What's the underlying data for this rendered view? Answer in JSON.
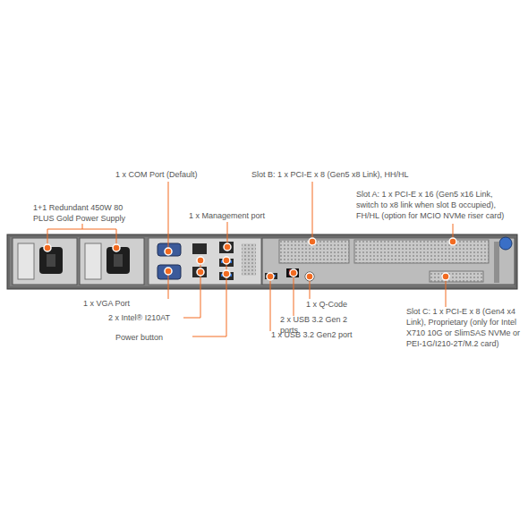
{
  "diagram": {
    "labels": [
      "1 x COM Port (Default)",
      "Slot B: 1 x PCI-E x 8 (Gen5 x8 Link), HH/HL",
      "Slot A: 1 x PCI-E x 16 (Gen5 x16 Link, switch to x8 link when slot B occupied), FH/HL (option for MCIO NVMe riser card)",
      "1+1 Redundant 450W 80 PLUS Gold Power Supply",
      "1 x Management port",
      "1 x VGA Port",
      "2 x Intel® I210AT",
      "Power button",
      "1 x Q-Code",
      "2 x USB 3.2 Gen 2 ports",
      "1 x USB 3.2 Gen2 port",
      "Slot C: 1 x PCI-E x 8 (Gen4 x4 Link), Proprietary (only for Intel X710 10G or SlimSAS NVMe or PEI-1G/I210-2T/M.2 card)"
    ]
  }
}
